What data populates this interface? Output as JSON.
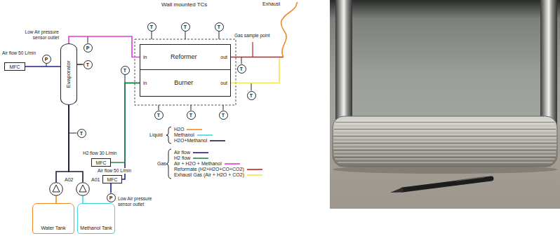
{
  "diagram": {
    "nodes": [
      {
        "text": [
          "T"
        ]
      },
      {
        "text": [
          "T"
        ]
      },
      {
        "text": [
          "T"
        ]
      },
      {
        "text": [
          "P"
        ]
      },
      {
        "text": [
          "MFC"
        ]
      },
      {
        "text": [
          "P"
        ]
      },
      {
        "text": [
          "Evaporator"
        ]
      },
      {
        "text": [
          "in",
          "Reformer",
          "out"
        ]
      },
      {
        "text": [
          "in",
          "Burner",
          "out"
        ]
      },
      {
        "text": [
          "T"
        ]
      },
      {
        "text": [
          "T"
        ]
      },
      {
        "text": [
          "T"
        ]
      },
      {
        "text": [
          "T"
        ]
      },
      {
        "text": [
          "T"
        ]
      },
      {
        "text": [
          "T"
        ]
      },
      {
        "text": [
          "T"
        ]
      },
      {
        "text": [
          "T"
        ]
      },
      {
        "text": [
          "MFC"
        ]
      },
      {
        "text": [
          "MFC"
        ]
      },
      {
        "text": [
          "P"
        ]
      },
      {
        "text": [
          "A02"
        ]
      },
      {
        "text": [
          "A01"
        ]
      },
      {
        "text": [
          "Water Tank"
        ]
      },
      {
        "text": [
          "Methanol Tank"
        ]
      }
    ],
    "edges": [
      {
        "from": 4,
        "to": 6,
        "arrow": "none"
      },
      {
        "from": 11,
        "to": 6,
        "arrow": "none"
      },
      {
        "from": 6,
        "to": 7,
        "arrow": "none"
      },
      {
        "from": 20,
        "to": 6,
        "arrow": "none"
      },
      {
        "from": 21,
        "to": 6,
        "arrow": "none"
      },
      {
        "from": 22,
        "to": 20,
        "arrow": "none"
      },
      {
        "from": 23,
        "to": 21,
        "arrow": "none"
      },
      {
        "from": 19,
        "to": 18,
        "arrow": "none"
      },
      {
        "from": 18,
        "to": 8,
        "arrow": "none"
      },
      {
        "from": 17,
        "to": 8,
        "arrow": "none"
      }
    ],
    "labels": [
      "Wall mounted TCs",
      "Exhaust",
      "Gas sample point",
      "Low Air pressure sensor outlet",
      "Air flow 50 L/min",
      "H2 flow 30 L/min",
      "Air flow 50 L/min",
      "Low Air pressure sensor outlet",
      "Liquid",
      "Gas"
    ],
    "legend": [
      {
        "text": "H2O",
        "color": "#f08a24"
      },
      {
        "text": "Methanol",
        "color": "#3fd6e0"
      },
      {
        "text": "H2O+Methanol",
        "color": "#1a1a3a"
      },
      {
        "text": "Air flow",
        "color": "#1f1f8f"
      },
      {
        "text": "H2 flow",
        "color": "#1e8c4a"
      },
      {
        "text": "Air + H2O + Methanol",
        "color": "#e23be0"
      },
      {
        "text": "Reformate (H2+H2O+CO+CO2)",
        "color": "#c81e1e"
      },
      {
        "text": "Exhaust Gas (Air + H2O + CO2)",
        "color": "#f2e34c"
      }
    ]
  }
}
